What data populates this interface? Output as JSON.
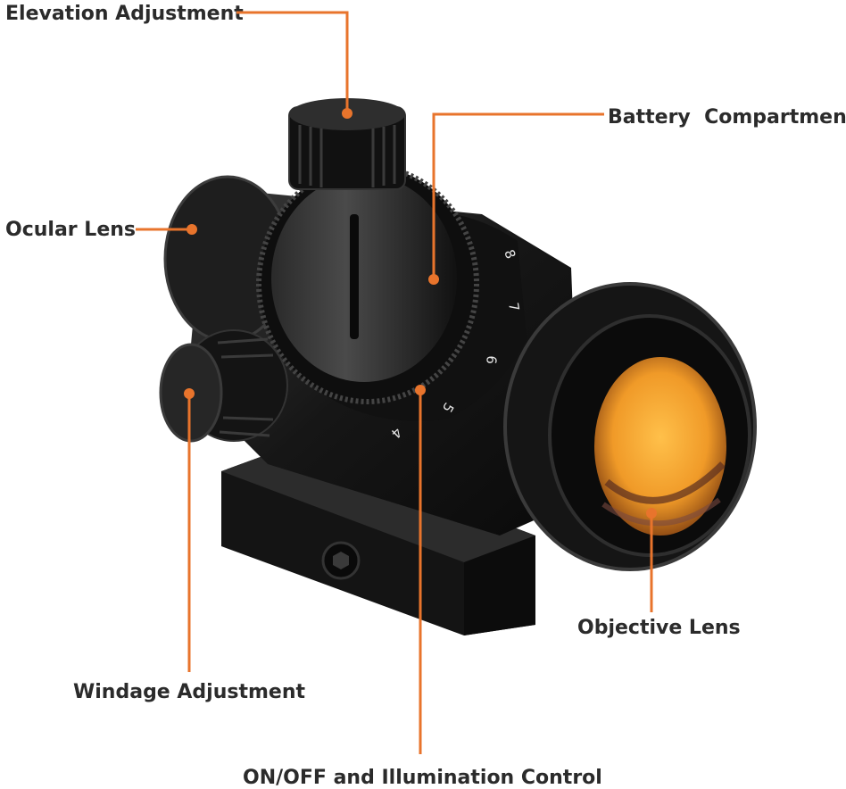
{
  "callouts": {
    "elevation": "Elevation Adjustment",
    "battery": "Battery  Compartment",
    "ocular": "Ocular Lens",
    "windage": "Windage Adjustment",
    "objective": "Objective Lens",
    "illumination": "ON/OFF and Illumination Control"
  },
  "dial_numbers": [
    "8",
    "7",
    "6",
    "5",
    "4"
  ],
  "colors": {
    "leader": "#e8742c",
    "body": "#1c1c1c",
    "lens": "#f0a030",
    "label_text": "#2b2b2b"
  }
}
